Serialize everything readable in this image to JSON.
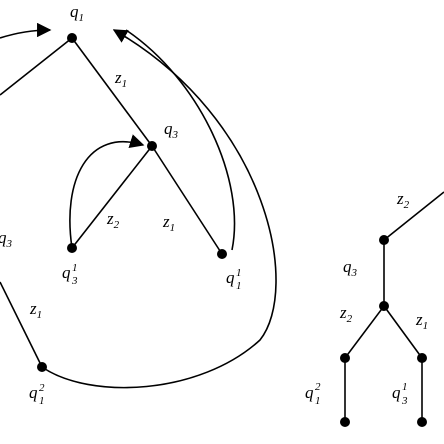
{
  "left_graph": {
    "nodes": {
      "top": {
        "base": "q",
        "sub": "1",
        "sup": ""
      },
      "mid": {
        "base": "q",
        "sub": "3",
        "sup": ""
      },
      "low_left": {
        "base": "q",
        "sub": "3",
        "sup": "1"
      },
      "low_right": {
        "base": "q",
        "sub": "1",
        "sup": "1"
      },
      "bottom": {
        "base": "q",
        "sub": "1",
        "sup": "2"
      },
      "edge_left": {
        "base": "q",
        "sub": "3",
        "sup": ""
      }
    },
    "edges": {
      "top_mid": {
        "base": "z",
        "sub": "1"
      },
      "mid_lowleft": {
        "base": "z",
        "sub": "2"
      },
      "mid_lowright": {
        "base": "z",
        "sub": "1"
      },
      "left_bottom": {
        "base": "z",
        "sub": "1"
      }
    }
  },
  "right_tree": {
    "edges": {
      "top_in": {
        "base": "z",
        "sub": "2"
      },
      "split_left": {
        "base": "z",
        "sub": "2"
      },
      "split_right": {
        "base": "z",
        "sub": "1"
      }
    },
    "nodes": {
      "vertical": {
        "base": "q",
        "sub": "3",
        "sup": ""
      },
      "leaf_left": {
        "base": "q",
        "sub": "1",
        "sup": "2"
      },
      "leaf_right": {
        "base": "q",
        "sub": "3",
        "sup": "1"
      }
    }
  }
}
